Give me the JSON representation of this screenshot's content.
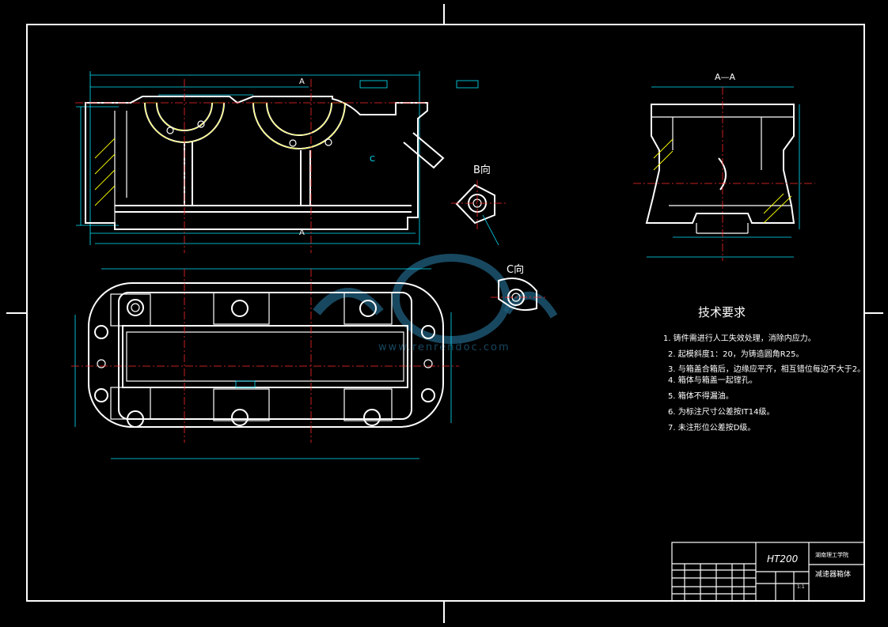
{
  "views": {
    "section_a_label": "A",
    "view_a_title": "A—A",
    "view_b_title": "B向",
    "view_c_title": "C向",
    "section_c_label": "C"
  },
  "technical_requirements": {
    "title": "技术要求",
    "items": [
      "1. 铸件需进行人工失效处理，消除内应力。",
      "2. 起模斜度1：20，为铸造圆角R25。",
      "3. 与箱盖合箱后，边缘应平齐，相互错位每边不大于2。",
      "4. 箱体与箱盖一起镗孔。",
      "5. 箱体不得漏油。",
      "6. 为标注尺寸公差按IT14级。",
      "7. 未注形位公差按D级。"
    ]
  },
  "title_block": {
    "material": "HT200",
    "school": "湖南理工学院",
    "part_name": "减速器箱体",
    "scale": "1:1"
  },
  "watermark": {
    "site": "www.renrendoc.com"
  },
  "colors": {
    "outline": "#ffffff",
    "dimension": "#00e5ff",
    "centerline": "#ff2a2a",
    "hatch": "#ffff00",
    "background": "#000000"
  }
}
